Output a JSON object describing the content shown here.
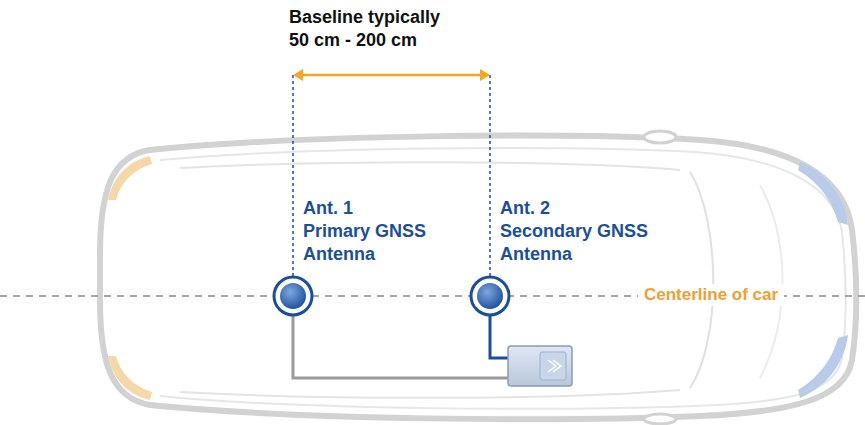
{
  "diagram": {
    "labels": [
      "Baseline typically 50 cm - 200 cm",
      "Ant. 1",
      "Primary GNSS Antenna",
      "Ant. 2",
      "Secondary GNSS Antenna",
      "Centerline of car"
    ]
  }
}
